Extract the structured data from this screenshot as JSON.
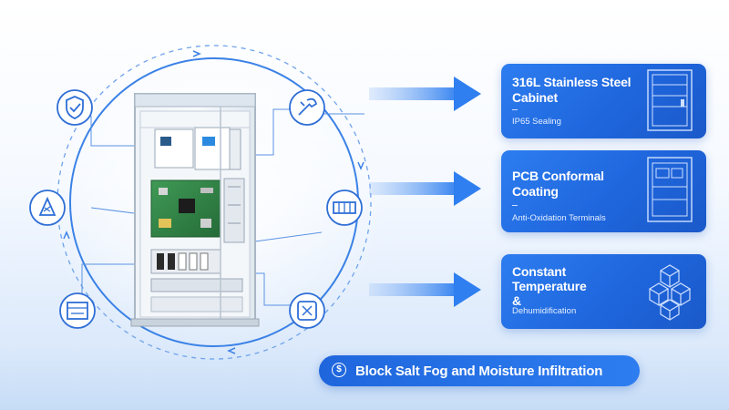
{
  "cards": [
    {
      "title": "316L Stainless Steel Cabinet",
      "subtitle": "IP65 Sealing",
      "icon": "cabinet-outline-icon"
    },
    {
      "title": "PCB Conformal Coating",
      "subtitle": "Anti-Oxidation Terminals",
      "icon": "cabinet-outline-icon"
    },
    {
      "title": "Constant Temperature",
      "ampersand": "&",
      "subtitle": "Dehumidification",
      "icon": "cubes-icon"
    }
  ],
  "footer": {
    "text": "Block Salt Fog and Moisture Infiltration",
    "icon": "shield-dollar-icon"
  },
  "ring_icons": [
    "shield-check-icon",
    "wrench-tool-icon",
    "corrosion-warning-icon",
    "terminal-block-icon",
    "heater-unit-icon",
    "fan-control-icon"
  ],
  "colors": {
    "accent": "#2d7df0",
    "accent_dark": "#1a59c9",
    "ring": "#3b82e6",
    "background_bottom": "#c6dcf6"
  }
}
